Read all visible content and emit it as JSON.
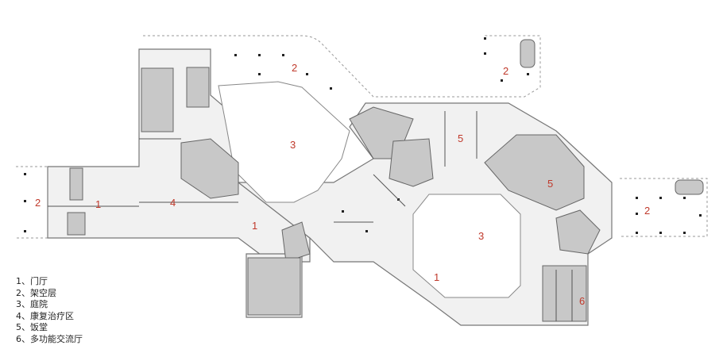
{
  "zones": [
    {
      "id": "z1",
      "number": "2"
    },
    {
      "id": "z2",
      "number": "2"
    },
    {
      "id": "z3",
      "number": "2"
    },
    {
      "id": "z4",
      "number": "2"
    },
    {
      "id": "z5",
      "number": "1"
    },
    {
      "id": "z6",
      "number": "4"
    },
    {
      "id": "z7",
      "number": "1"
    },
    {
      "id": "z8",
      "number": "3"
    },
    {
      "id": "z9",
      "number": "5"
    },
    {
      "id": "z10",
      "number": "5"
    },
    {
      "id": "z11",
      "number": "3"
    },
    {
      "id": "z12",
      "number": "1"
    },
    {
      "id": "z13",
      "number": "6"
    }
  ],
  "legend": [
    {
      "num": "1、",
      "label": "门厅"
    },
    {
      "num": "2、",
      "label": "架空层"
    },
    {
      "num": "3、",
      "label": "庭院"
    },
    {
      "num": "4、",
      "label": "康复治疗区"
    },
    {
      "num": "5、",
      "label": "饭堂"
    },
    {
      "num": "6、",
      "label": "多功能交流厅"
    }
  ],
  "colors": {
    "label": "#c0392b",
    "wall": "#555555",
    "floor": "#f1f1f1",
    "block": "#c8c8c8",
    "courtyard": "#ffffff"
  }
}
